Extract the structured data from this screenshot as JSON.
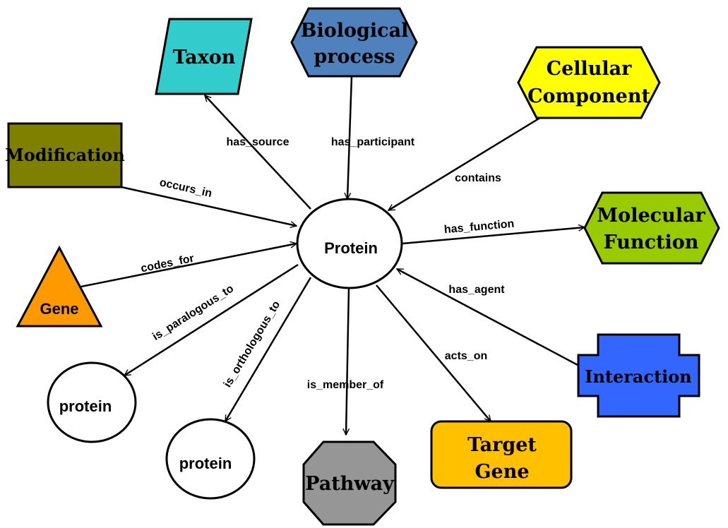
{
  "diagram": {
    "center": {
      "label": "Protein",
      "fill": "#ffffff"
    },
    "nodes": {
      "taxon": {
        "label": "Taxon",
        "fill": "#33CCCC"
      },
      "biological_process": {
        "line1": "Biological",
        "line2": "process",
        "fill": "#4F81BD"
      },
      "cellular_component": {
        "line1": "Cellular",
        "line2": "Component",
        "fill": "#FFFF00"
      },
      "modification": {
        "label": "Modification",
        "fill": "#808000"
      },
      "molecular_function": {
        "line1": "Molecular",
        "line2": "Function",
        "fill": "#99CC00"
      },
      "gene": {
        "label": "Gene",
        "fill": "#FF9900"
      },
      "interaction": {
        "label": "Interaction",
        "fill": "#3366FF"
      },
      "protein_paralog": {
        "label": "protein",
        "fill": "#ffffff"
      },
      "protein_ortholog": {
        "label": "protein",
        "fill": "#ffffff"
      },
      "pathway": {
        "label": "Pathway",
        "fill": "#969696"
      },
      "target_gene": {
        "line1": "Target",
        "line2": "Gene",
        "fill": "#FFC000"
      }
    },
    "edges": {
      "has_source": "has_source",
      "has_participant": "has_participant",
      "contains": "contains",
      "occurs_in": "occurs_in",
      "has_function": "has_function",
      "codes_for": "codes_for",
      "has_agent": "has_agent",
      "is_paralogous_to": "is_paralogous_to",
      "is_orthologous_to": "is_orthologous_to",
      "is_member_of": "is_member_of",
      "acts_on": "acts_on"
    }
  }
}
